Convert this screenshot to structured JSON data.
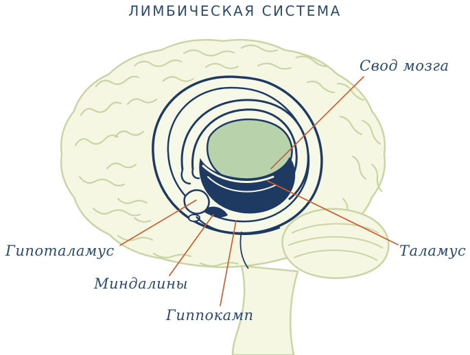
{
  "title": "ЛИМБИЧЕСКАЯ СИСТЕМА",
  "labels": {
    "fornix": "Свод мозга",
    "thalamus": "Таламус",
    "hypothalamus": "Гипоталамус",
    "amygdalae": "Миндалины",
    "hippocampus": "Гиппокамп"
  },
  "colors": {
    "background": "#ffffff",
    "brain_fill": "#f5f7e3",
    "gyri_stroke": "#c8d5a4",
    "limbic_outline": "#1f3a62",
    "thalamus_fill": "#b8d3ac",
    "leader_line": "#cd5d30",
    "text": "#2b4a6e"
  }
}
